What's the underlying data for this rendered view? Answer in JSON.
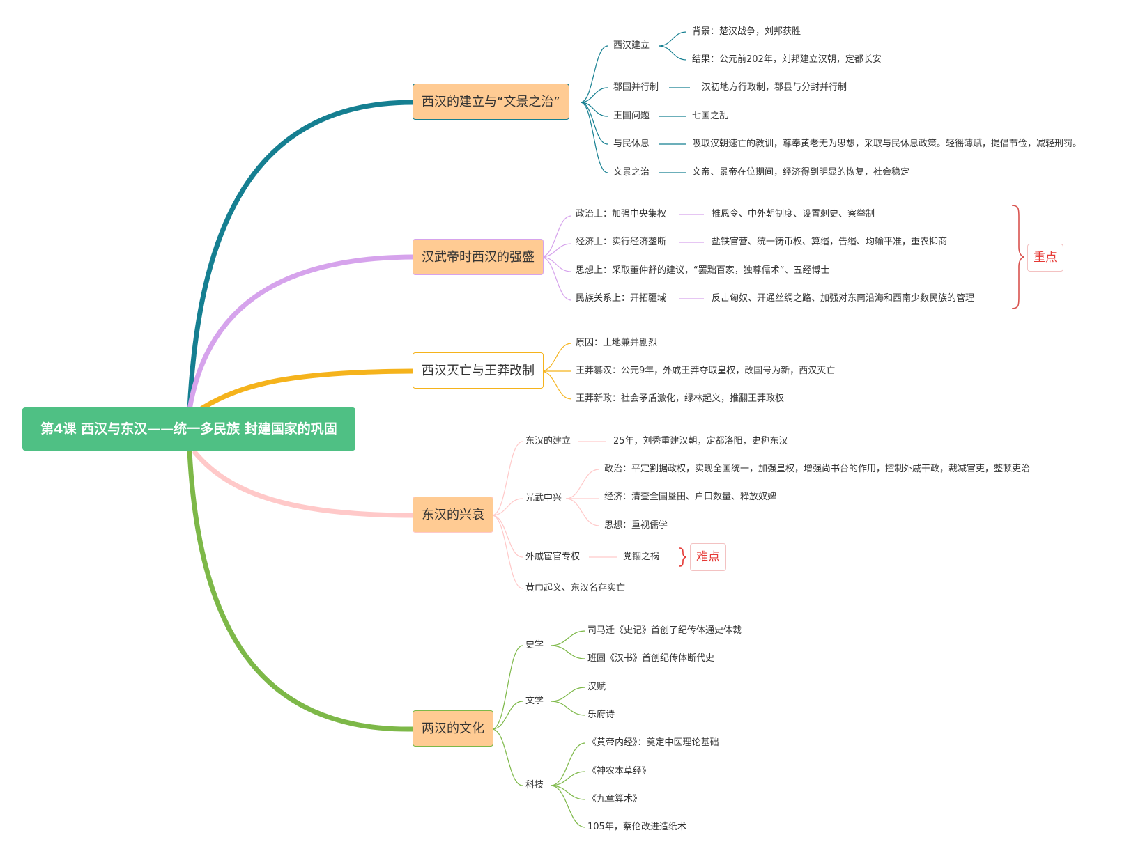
{
  "root": {
    "title": "第4课 西汉与东汉——统一多民族 封建国家的巩固"
  },
  "colors": {
    "root": "#4fc084",
    "b1": "#157f91",
    "b2": "#d6a3ec",
    "b3": "#f5b31c",
    "b4": "#ffc9c9",
    "b5": "#7db848",
    "box_orange": "#ffcb93",
    "accent_red": "#e53935"
  },
  "branches": [
    {
      "title": "西汉的建立与“文景之治”",
      "subs": [
        {
          "label": "西汉建立",
          "children": [
            "背景：楚汉战争，刘邦获胜",
            "结果：公元前202年，刘邦建立汉朝，定都长安"
          ]
        },
        {
          "label": "郡国并行制",
          "detail": "汉初地方行政制，郡县与分封并行制"
        },
        {
          "label": "王国问题",
          "detail": "七国之乱"
        },
        {
          "label": "与民休息",
          "detail": "吸取汉朝速亡的教训，尊奉黄老无为思想，采取与民休息政策。轻徭薄赋，提倡节俭，减轻刑罚。"
        },
        {
          "label": "文景之治",
          "detail": "文帝、景帝在位期间，经济得到明显的恢复，社会稳定"
        }
      ]
    },
    {
      "title": "汉武帝时西汉的强盛",
      "subs": [
        {
          "label": "政治上：加强中央集权",
          "detail": "推恩令、中外朝制度、设置刺史、察举制"
        },
        {
          "label": "经济上：实行经济垄断",
          "detail": "盐铁官营、统一铸币权、算缗，告缗、均输平准，重农抑商"
        },
        {
          "label": "思想上：采取董仲舒的建议，“罢黜百家，独尊儒术”、五经博士"
        },
        {
          "label": "民族关系上：开拓疆域",
          "detail": "反击匈奴、开通丝绸之路、加强对东南沿海和西南少数民族的管理"
        }
      ],
      "tag": "重点"
    },
    {
      "title": "西汉灭亡与王莽改制",
      "subs": [
        {
          "label": "原因：土地兼并剧烈"
        },
        {
          "label": "王莽篡汉：公元9年，外戚王莽夺取皇权，改国号为新，西汉灭亡"
        },
        {
          "label": "王莽新政：社会矛盾激化，绿林起义，推翻王莽政权"
        }
      ]
    },
    {
      "title": "东汉的兴衰",
      "subs": [
        {
          "label": "东汉的建立",
          "detail": "25年，刘秀重建汉朝，定都洛阳，史称东汉"
        },
        {
          "label": "光武中兴",
          "children": [
            "政治：平定割据政权，实现全国统一，加强皇权，增强尚书台的作用，控制外戚干政，裁减官吏，整顿吏治",
            "经济：清查全国垦田、户口数量、释放奴婢",
            "思想：重视儒学"
          ]
        },
        {
          "label": "外戚宦官专权",
          "detail": "党锢之祸",
          "tag": "难点"
        },
        {
          "label": "黄巾起义、东汉名存实亡"
        }
      ]
    },
    {
      "title": "两汉的文化",
      "subs": [
        {
          "label": "史学",
          "children": [
            "司马迁《史记》首创了纪传体通史体裁",
            "班固《汉书》首创纪传体断代史"
          ]
        },
        {
          "label": "文学",
          "children": [
            "汉赋",
            "乐府诗"
          ]
        },
        {
          "label": "科技",
          "children": [
            "《黄帝内经》：奠定中医理论基础",
            "《神农本草经》",
            "《九章算术》",
            "105年，蔡伦改进造纸术"
          ]
        }
      ]
    }
  ]
}
